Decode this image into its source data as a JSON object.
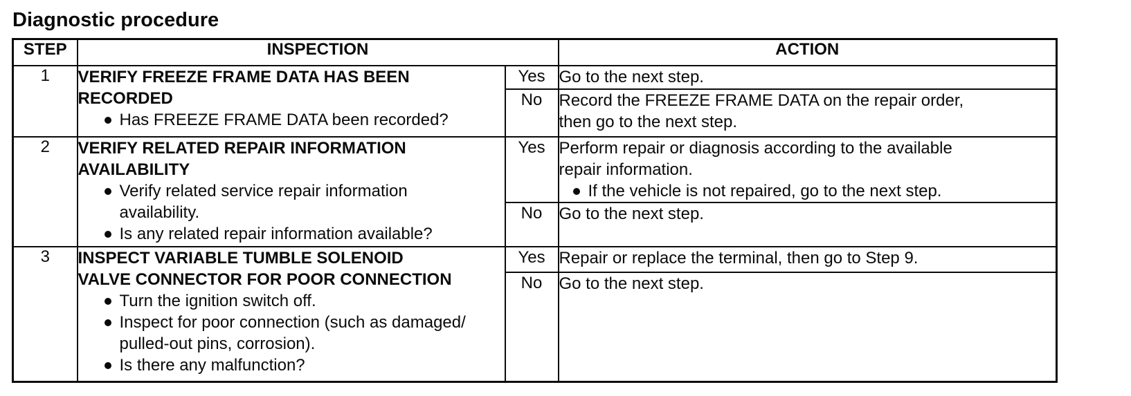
{
  "page": {
    "title": "Diagnostic procedure"
  },
  "table": {
    "headers": {
      "step": "STEP",
      "inspection": "INSPECTION",
      "action": "ACTION"
    },
    "rows": [
      {
        "step": "1",
        "inspection": {
          "title": "VERIFY FREEZE FRAME DATA HAS BEEN\nRECORDED",
          "bullets": [
            "Has FREEZE FRAME DATA been recorded?"
          ]
        },
        "branches": [
          {
            "answer": "Yes",
            "action_text": "Go to the next step.",
            "action_bullets": []
          },
          {
            "answer": "No",
            "action_text": "Record the FREEZE FRAME DATA on the repair order,\nthen go to the next step.",
            "action_bullets": []
          }
        ]
      },
      {
        "step": "2",
        "inspection": {
          "title": "VERIFY RELATED REPAIR INFORMATION\nAVAILABILITY",
          "bullets": [
            "Verify related service repair information\navailability.",
            "Is any related repair information available?"
          ]
        },
        "branches": [
          {
            "answer": "Yes",
            "action_text": "Perform repair or diagnosis according to the available\nrepair information.",
            "action_bullets": [
              "If the vehicle is not repaired, go to the next step."
            ]
          },
          {
            "answer": "No",
            "action_text": "Go to the next step.",
            "action_bullets": []
          }
        ]
      },
      {
        "step": "3",
        "inspection": {
          "title": "INSPECT VARIABLE TUMBLE SOLENOID\nVALVE CONNECTOR FOR POOR CONNECTION",
          "bullets": [
            "Turn the ignition switch off.",
            "Inspect for poor connection (such as damaged/\npulled-out pins, corrosion).",
            "Is there any malfunction?"
          ]
        },
        "branches": [
          {
            "answer": "Yes",
            "action_text": "Repair or replace the terminal, then go to Step 9.",
            "action_bullets": []
          },
          {
            "answer": "No",
            "action_text": "Go to the next step.",
            "action_bullets": []
          }
        ]
      }
    ]
  }
}
